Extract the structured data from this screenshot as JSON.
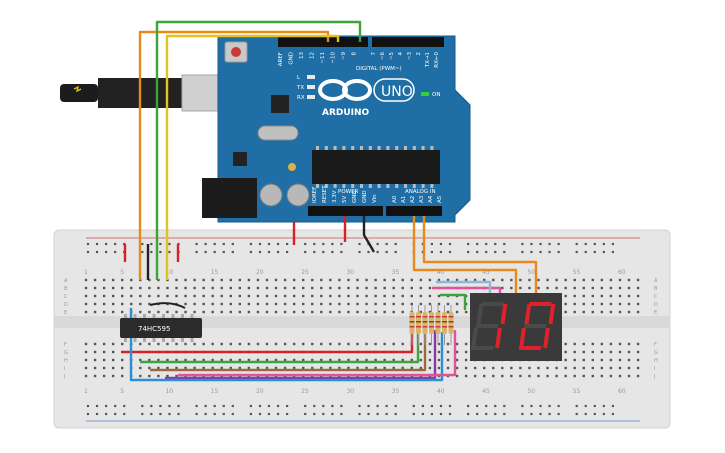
{
  "board": {
    "logo_text": "ARDUINO",
    "model": "UNO",
    "digital_label": "DIGITAL (PWM~)",
    "power_label": "POWER",
    "analog_label": "ANALOG IN",
    "on_label": "ON",
    "led_labels": [
      "L",
      "TX",
      "RX"
    ],
    "digital_pins": [
      "AREF",
      "GND",
      "13",
      "12",
      "~11",
      "~10",
      "~9",
      "8",
      "7",
      "~6",
      "~5",
      "4",
      "~3",
      "2",
      "TX→1",
      "RX←0"
    ],
    "power_pins": [
      "IOREF",
      "RESET",
      "3.3V",
      "5V",
      "GND",
      "GND",
      "Vin"
    ],
    "analog_pins": [
      "A0",
      "A1",
      "A2",
      "A3",
      "A4",
      "A5"
    ]
  },
  "chip": {
    "label": "74HC595"
  },
  "display": {
    "digits": [
      "1",
      "0"
    ]
  },
  "breadboard": {
    "column_numbers": [
      "1",
      "5",
      "10",
      "15",
      "20",
      "25",
      "30",
      "35",
      "40",
      "45",
      "50",
      "55",
      "60"
    ],
    "row_letters_top": [
      "A",
      "B",
      "C",
      "D",
      "E"
    ],
    "row_letters_bottom": [
      "F",
      "G",
      "H",
      "I",
      "J"
    ]
  },
  "colors": {
    "board_blue": "#1f6fa6",
    "breadboard": "#e6e6e6",
    "wire_orange": "#e8891a",
    "wire_green": "#3aa639",
    "wire_yellow": "#e2c21b",
    "wire_red": "#d62222",
    "wire_blue": "#2c8fd6",
    "wire_purple": "#8a3aa6",
    "wire_pink": "#e0559a",
    "wire_brown": "#9b6a3a",
    "segment_on": "#e0202a"
  }
}
